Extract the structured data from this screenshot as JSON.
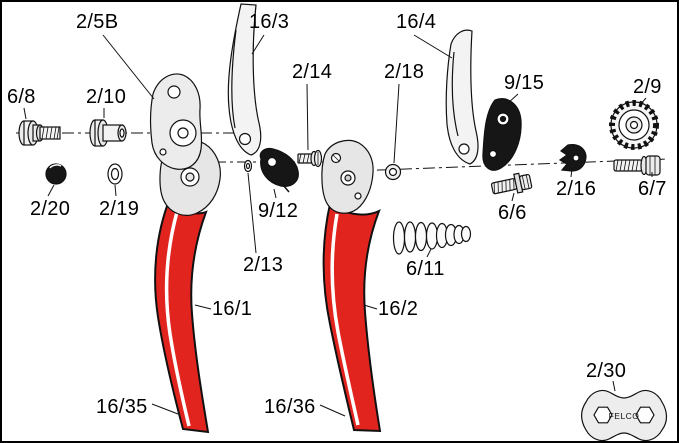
{
  "diagram": {
    "brand_engraving": "FELCO",
    "labels": [
      {
        "id": "2/5B",
        "text": "2/5B"
      },
      {
        "id": "16/3",
        "text": "16/3"
      },
      {
        "id": "16/4",
        "text": "16/4"
      },
      {
        "id": "2/14",
        "text": "2/14"
      },
      {
        "id": "2/18",
        "text": "2/18"
      },
      {
        "id": "9/15",
        "text": "9/15"
      },
      {
        "id": "2/9",
        "text": "2/9"
      },
      {
        "id": "6/8",
        "text": "6/8"
      },
      {
        "id": "2/10",
        "text": "2/10"
      },
      {
        "id": "2/20",
        "text": "2/20"
      },
      {
        "id": "2/19",
        "text": "2/19"
      },
      {
        "id": "9/12",
        "text": "9/12"
      },
      {
        "id": "2/13",
        "text": "2/13"
      },
      {
        "id": "6/6",
        "text": "6/6"
      },
      {
        "id": "2/16",
        "text": "2/16"
      },
      {
        "id": "6/7",
        "text": "6/7"
      },
      {
        "id": "6/11",
        "text": "6/11"
      },
      {
        "id": "16/1",
        "text": "16/1"
      },
      {
        "id": "16/2",
        "text": "16/2"
      },
      {
        "id": "16/35",
        "text": "16/35"
      },
      {
        "id": "16/36",
        "text": "16/36"
      },
      {
        "id": "2/30",
        "text": "2/30"
      }
    ],
    "colors": {
      "handle_red": "#e2241f",
      "outline": "#111111",
      "metal_fill": "#ededed",
      "black_part": "#161616"
    }
  }
}
